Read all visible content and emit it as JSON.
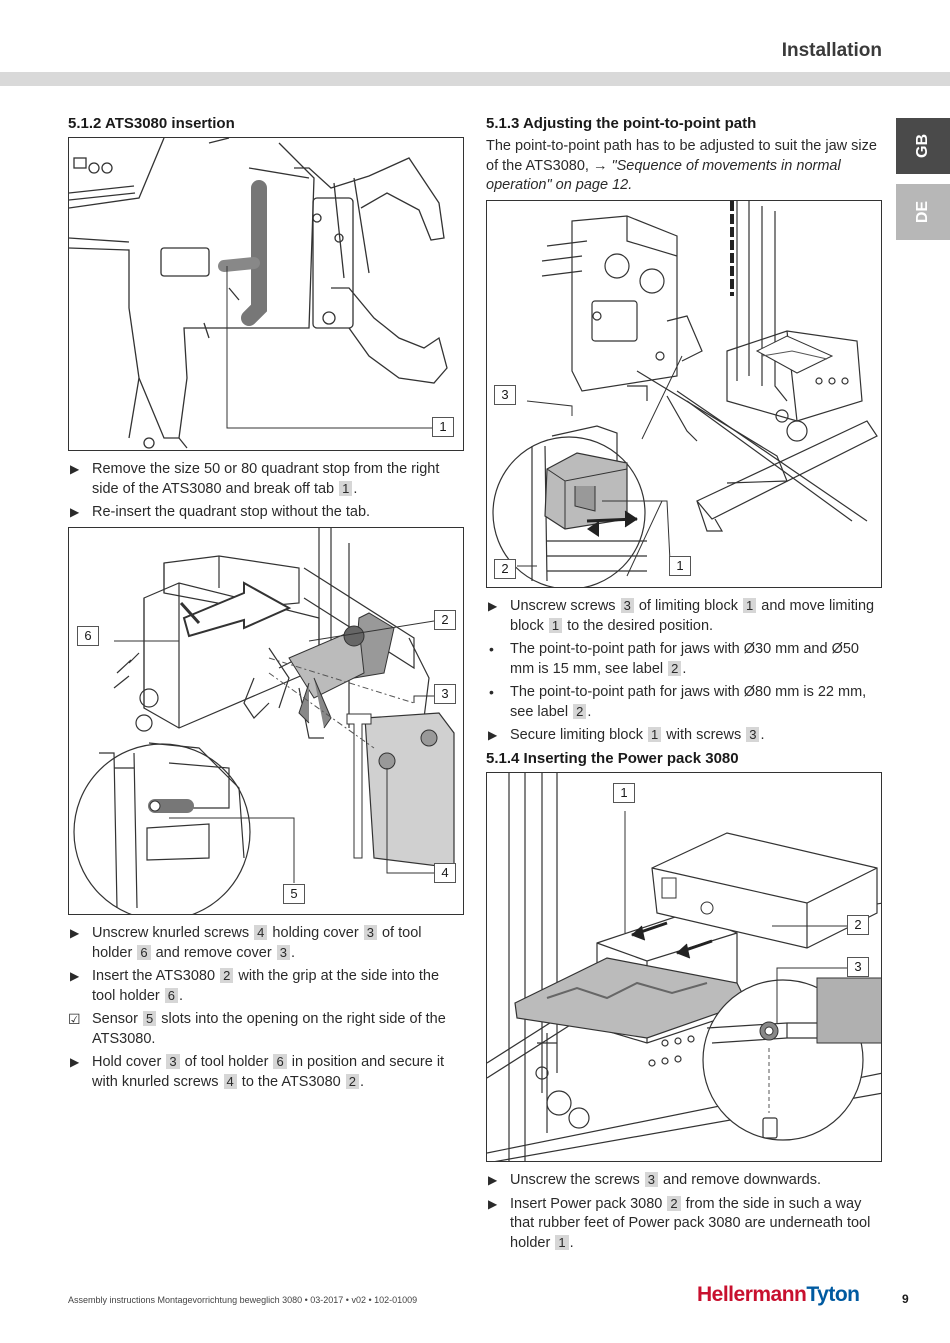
{
  "header": {
    "title": "Installation"
  },
  "tabs": {
    "gb": "GB",
    "de": "DE"
  },
  "left": {
    "heading": "5.1.2  ATS3080 insertion",
    "fig1": {
      "callout1": "1"
    },
    "steps_a": [
      {
        "marker": "▶",
        "parts": [
          "Remove the size 50 or 80 quadrant stop from the right side of the ATS3080 and break off tab ",
          "1",
          "."
        ]
      },
      {
        "marker": "▶",
        "parts": [
          "Re-insert the quadrant stop without the tab."
        ]
      }
    ],
    "fig2": {
      "c6": "6",
      "c2": "2",
      "c3": "3",
      "c4": "4",
      "c5": "5"
    },
    "steps_b": [
      {
        "marker": "▶",
        "parts": [
          "Unscrew knurled screws ",
          "4",
          " holding cover ",
          "3",
          " of tool holder ",
          "6",
          " and remove cover ",
          "3",
          "."
        ]
      },
      {
        "marker": "▶",
        "parts": [
          "Insert the ATS3080 ",
          "2",
          " with the grip at the side into the tool holder ",
          "6",
          "."
        ]
      },
      {
        "marker": "☑",
        "parts": [
          "Sensor ",
          "5",
          " slots into the opening on the right side of the ATS3080."
        ]
      },
      {
        "marker": "▶",
        "parts": [
          "Hold cover ",
          "3",
          " of tool holder ",
          "6",
          " in position and secure it with knurled screws ",
          "4",
          " to the ATS3080 ",
          "2",
          "."
        ]
      }
    ]
  },
  "right": {
    "heading_a": "5.1.3  Adjusting the point-to-point path",
    "intro_plain": "The point-to-point path has to be adjusted to suit the jaw size of the ATS3080, → ",
    "intro_italic": "\"Sequence of movements in normal operation\" on page 12.",
    "fig3": {
      "c3": "3",
      "c2": "2",
      "c1": "1"
    },
    "steps_a": [
      {
        "marker": "▶",
        "parts": [
          "Unscrew screws ",
          "3",
          " of limiting block ",
          "1",
          " and move limiting block ",
          "1",
          " to the desired position."
        ]
      },
      {
        "marker": "•",
        "parts": [
          "The point-to-point path for jaws with Ø30 mm and Ø50 mm is 15 mm, see label ",
          "2",
          "."
        ]
      },
      {
        "marker": "•",
        "parts": [
          "The point-to-point path for jaws with Ø80 mm is 22 mm, see label ",
          "2",
          "."
        ]
      },
      {
        "marker": "▶",
        "parts": [
          "Secure limiting block ",
          "1",
          " with screws ",
          "3",
          "."
        ]
      }
    ],
    "heading_b": "5.1.4  Inserting the Power pack 3080",
    "fig4": {
      "c1": "1",
      "c2": "2",
      "c3": "3"
    },
    "steps_b": [
      {
        "marker": "▶",
        "parts": [
          "Unscrew the screws ",
          "3",
          " and remove downwards."
        ]
      },
      {
        "marker": "▶",
        "parts": [
          "Insert Power pack 3080 ",
          "2",
          " from the side in such a way that rubber feet of Power pack 3080 are underneath tool holder ",
          "1",
          "."
        ]
      }
    ]
  },
  "footer": {
    "text": "Assembly instructions Montagevorrichtung beweglich 3080 • 03-2017 • v02 • 102-01009",
    "logo_a": "Hellermann",
    "logo_b": "Tyton",
    "page": "9"
  }
}
